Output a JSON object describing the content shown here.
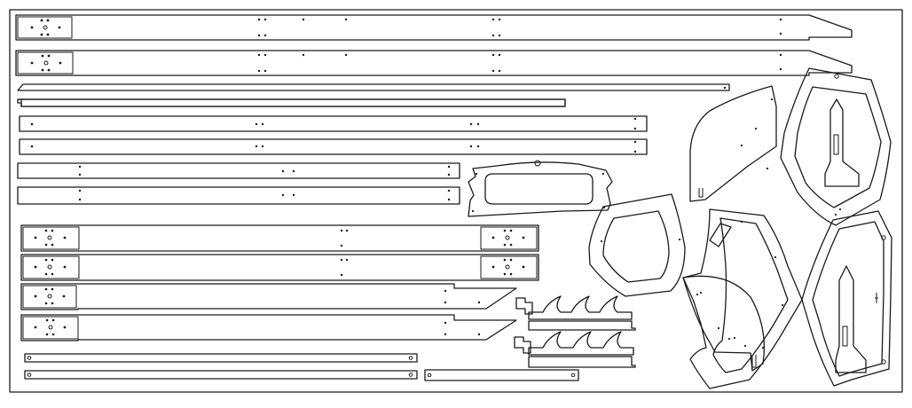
{
  "drawing": {
    "stroke_color": "#1a1a1a",
    "background_color": "#ffffff",
    "views": [
      "border",
      "long-rail",
      "plain-strip",
      "drilled-bar",
      "end-plate-bar",
      "slotted-bar",
      "arched-frame",
      "comb-bracket",
      "frame-hexagon-panel",
      "side-wing-panel"
    ]
  }
}
